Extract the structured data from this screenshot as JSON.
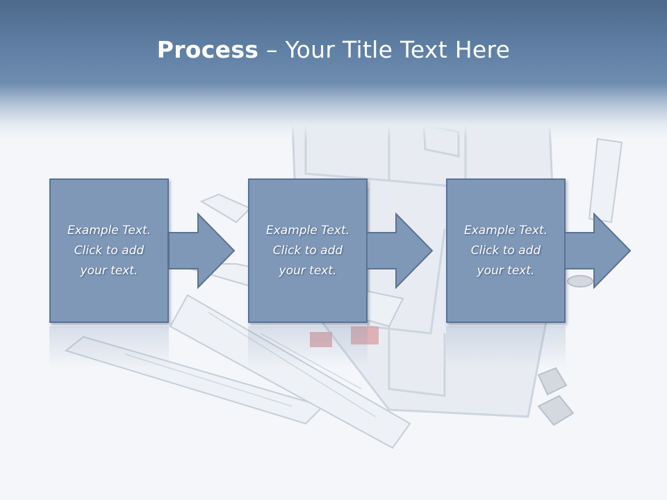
{
  "title": {
    "bold": "Process",
    "rest": " – Your Title Text Here"
  },
  "steps": [
    {
      "line1": "Example Text.",
      "line2": "Click  to add",
      "line3": "your text."
    },
    {
      "line1": "Example Text.",
      "line2": "Click  to add",
      "line3": "your text."
    },
    {
      "line1": "Example Text.",
      "line2": "Click  to add",
      "line3": "your text."
    }
  ],
  "colors": {
    "header": "#5f7fa4",
    "box_fill": "#7f98b8",
    "box_border": "#5a7193",
    "arrow_fill": "#7f98b8"
  },
  "icons": [
    "right-arrow-icon"
  ]
}
